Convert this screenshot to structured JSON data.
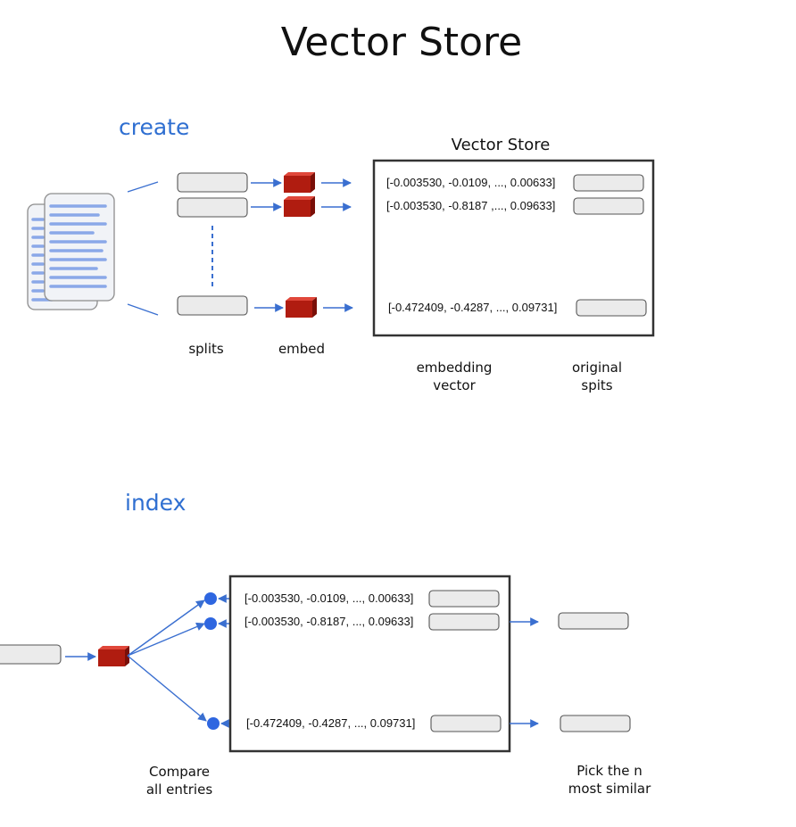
{
  "title": "Vector Store",
  "create": {
    "section_label": "create",
    "store_title": "Vector Store",
    "splits_label": "splits",
    "embed_label": "embed",
    "embedding_vector_label_1": "embedding",
    "embedding_vector_label_2": "vector",
    "original_splits_label_1": "original",
    "original_splits_label_2": "spits",
    "vectors": [
      "[-0.003530, -0.0109, ..., 0.00633]",
      "[-0.003530, -0.8187 ,..., 0.09633]",
      "[-0.472409, -0.4287, ..., 0.09731]"
    ]
  },
  "index": {
    "section_label": "index",
    "compare_label_1": "Compare",
    "compare_label_2": "all entries",
    "pick_label_1": "Pick the n",
    "pick_label_2": "most similar",
    "vectors": [
      "[-0.003530, -0.0109, ..., 0.00633]",
      "[-0.003530, -0.8187, ..., 0.09633]",
      "[-0.472409, -0.4287, ..., 0.09731]"
    ]
  },
  "colors": {
    "accent_blue": "#2f6fd1",
    "embed_cube_red": "#b01c10",
    "doc_line_blue": "#8aa8e8",
    "split_box_fill": "#ebebeb"
  },
  "icons": [
    "document-stack-icon",
    "embedding-cube-icon"
  ]
}
